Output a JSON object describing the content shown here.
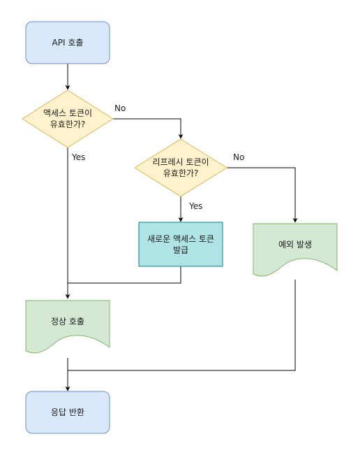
{
  "nodes": {
    "api_call": {
      "label": "API 호출",
      "fill": "#dae8fc",
      "stroke": "#6c8ebf"
    },
    "access_valid": {
      "line1": "액세스 토큰이",
      "line2": "유효한가?",
      "fill": "#fff2cc",
      "stroke": "#d6b656"
    },
    "refresh_valid": {
      "line1": "리프레시 토큰이",
      "line2": "유효한가?",
      "fill": "#fff2cc",
      "stroke": "#d6b656"
    },
    "new_token": {
      "line1": "새로운 액세스 토큰",
      "line2": "발급",
      "fill": "#b0e3e6",
      "stroke": "#0e8088"
    },
    "exception": {
      "label": "예외 발생",
      "fill": "#d5e8d4",
      "stroke": "#82b366"
    },
    "normal_call": {
      "label": "정상 호출",
      "fill": "#d5e8d4",
      "stroke": "#82b366"
    },
    "response": {
      "label": "응답 반환",
      "fill": "#dae8fc",
      "stroke": "#6c8ebf"
    }
  },
  "edge_labels": {
    "access_no": "No",
    "access_yes": "Yes",
    "refresh_no": "No",
    "refresh_yes": "Yes"
  }
}
